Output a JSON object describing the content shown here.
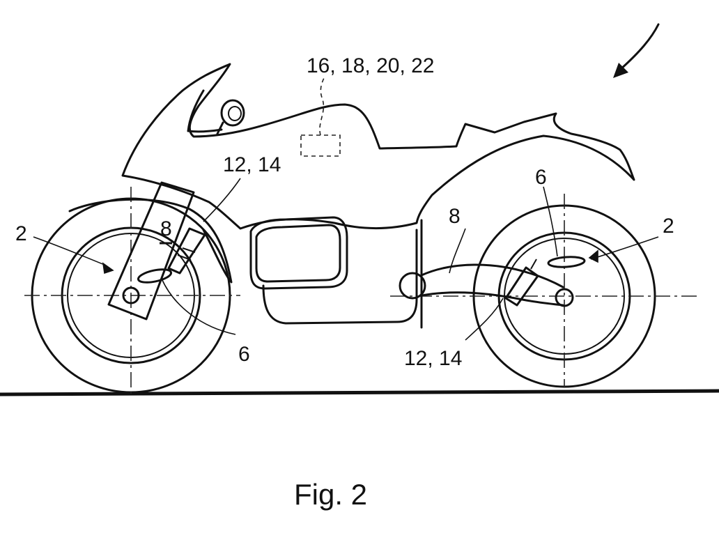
{
  "figure": {
    "caption": "Fig. 2",
    "labels": {
      "group_16_22": "16, 18, 20, 22",
      "front_12_14": "12, 14",
      "front_2": "2",
      "front_8": "8",
      "front_6": "6",
      "rear_6": "6",
      "rear_8": "8",
      "rear_2": "2",
      "rear_12_14": "12, 14"
    }
  }
}
